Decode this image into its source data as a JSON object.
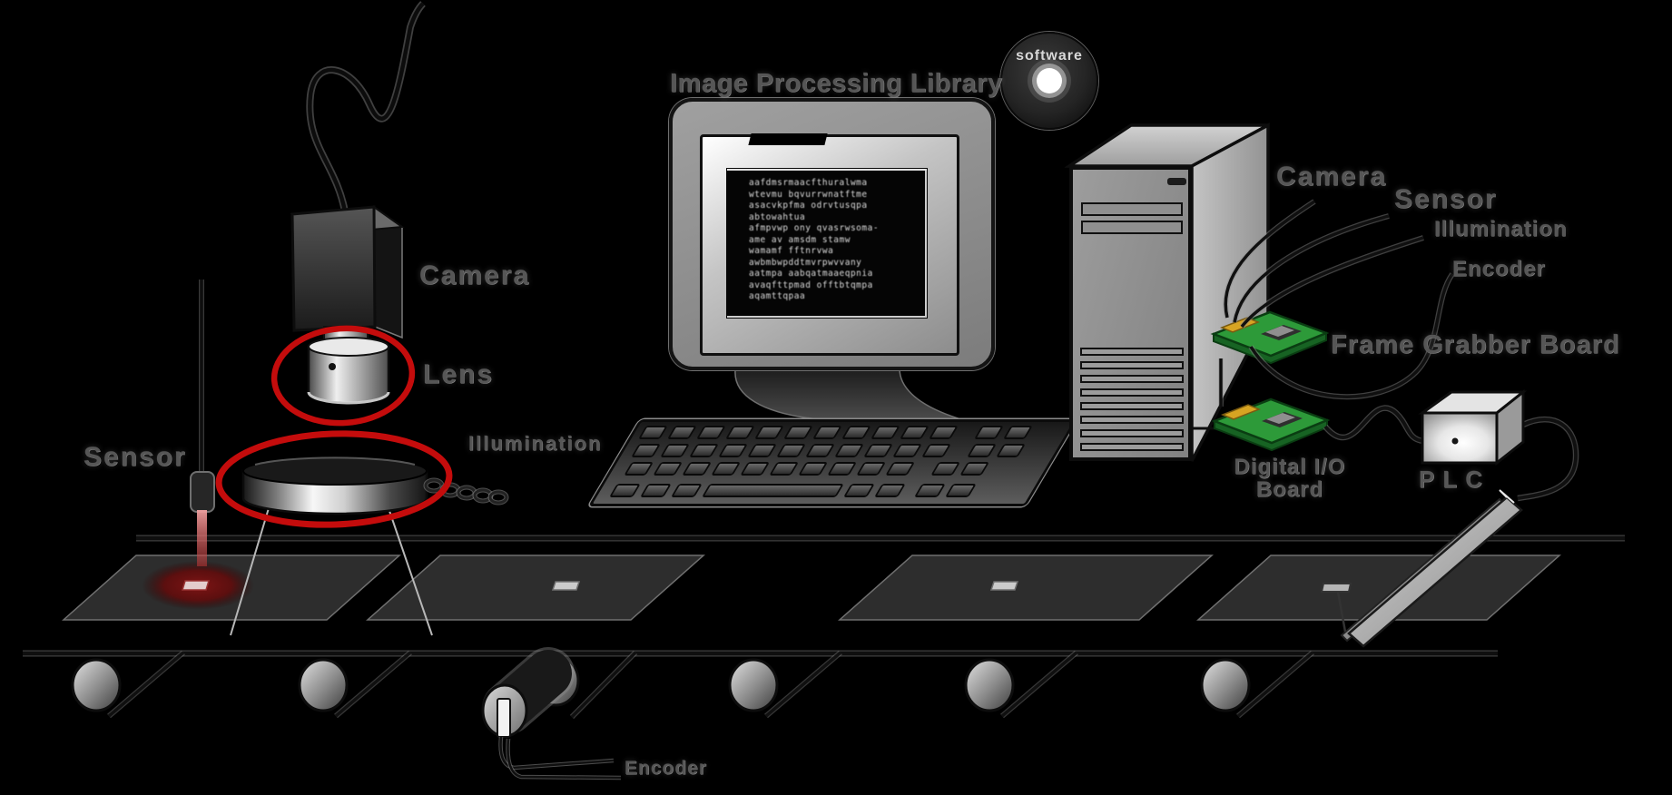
{
  "station": {
    "camera_label": "Camera",
    "lens_label": "Lens",
    "sensor_label": "Sensor",
    "illumination_label": "Illumination"
  },
  "computer": {
    "caption": "Image Processing Library",
    "cd_label": "software",
    "screen_lines": [
      "aafdmsrmaacfthuralwma",
      "wtevmu bqvurrwnatftme",
      "asacvkpfma odrvtusqpa",
      "abtowahtua",
      "afmpvwp ony qvasrwsoma-",
      "ame av amsdm stamw",
      "wamamf fftnrvwa",
      "awbmbwpddtmvrpwvvany",
      "aatmpa aabqatmaaeqpnia",
      "avaqfttpmad offtbtqmpa",
      "aqamttqpaa"
    ]
  },
  "io_panel": {
    "camera_label": "Camera",
    "sensor_label": "Sensor",
    "illumination_label": "Illumination",
    "encoder_label": "Encoder",
    "frame_grabber_label": "Frame Grabber Board",
    "digital_io_line1": "Digital I/O",
    "digital_io_line2": "Board",
    "plc_label": "PLC"
  },
  "conveyor": {
    "encoder_label": "Encoder"
  },
  "colors": {
    "background": "#000000",
    "annotation_red": "#cc1111",
    "board_green": "#2d9a39",
    "label_gray": "#565656",
    "beam_red": "#e06666",
    "spot_red": "#6b1212"
  }
}
